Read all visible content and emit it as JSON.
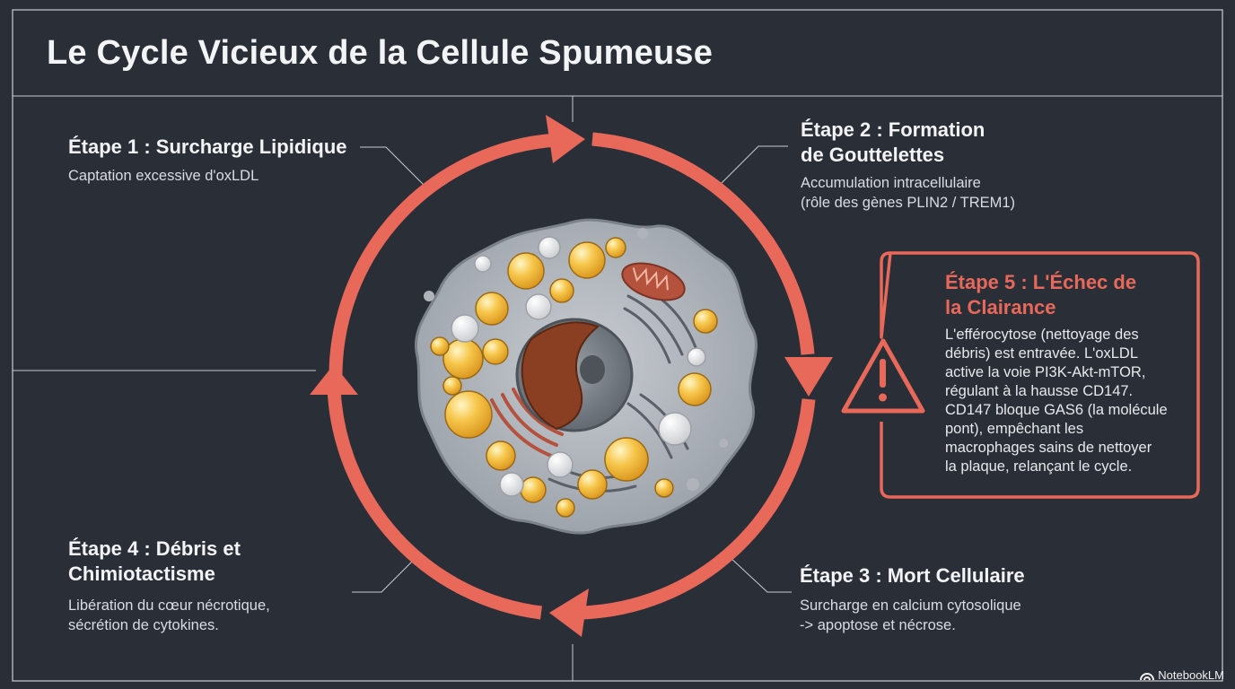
{
  "title": "Le Cycle Vicieux de la Cellule Spumeuse",
  "steps": [
    {
      "title_lines": [
        "Étape 1 : Surcharge Lipidique"
      ],
      "desc_lines": [
        "Captation excessive d'oxLDL"
      ]
    },
    {
      "title_lines": [
        "Étape 2 : Formation",
        "de Gouttelettes"
      ],
      "desc_lines": [
        "Accumulation intracellulaire",
        "(rôle des gènes PLIN2 / TREM1)"
      ]
    },
    {
      "title_lines": [
        "Étape 3 : Mort Cellulaire"
      ],
      "desc_lines": [
        "Surcharge en calcium cytosolique",
        "-> apoptose et nécrose."
      ]
    },
    {
      "title_lines": [
        "Étape 4 : Débris et",
        "Chimiotactisme"
      ],
      "desc_lines": [
        "Libération du cœur nécrotique,",
        "sécrétion de cytokines."
      ]
    },
    {
      "title_lines": [
        "Étape 5 : L'Échec de",
        "la Clairance"
      ],
      "desc_lines": [
        "L'efférocytose (nettoyage des",
        "débris) est entravée. L'oxLDL",
        "active la voie PI3K-Akt-mTOR,",
        "régulant à la hausse CD147.",
        "CD147 bloque GAS6 (la molécule",
        "pont), empêchant les",
        "macrophages sains de nettoyer",
        "la plaque, relançant le cycle."
      ]
    }
  ],
  "brand": "NotebookLM",
  "colors": {
    "background": "#2a2f37",
    "accent": "#e8685a",
    "line": "#c9ccd1",
    "text": "#f3f4f6"
  },
  "icons": [
    "warning-icon",
    "cycle-arrow-icon",
    "foam-cell-illustration",
    "notebooklm-logo-icon"
  ]
}
